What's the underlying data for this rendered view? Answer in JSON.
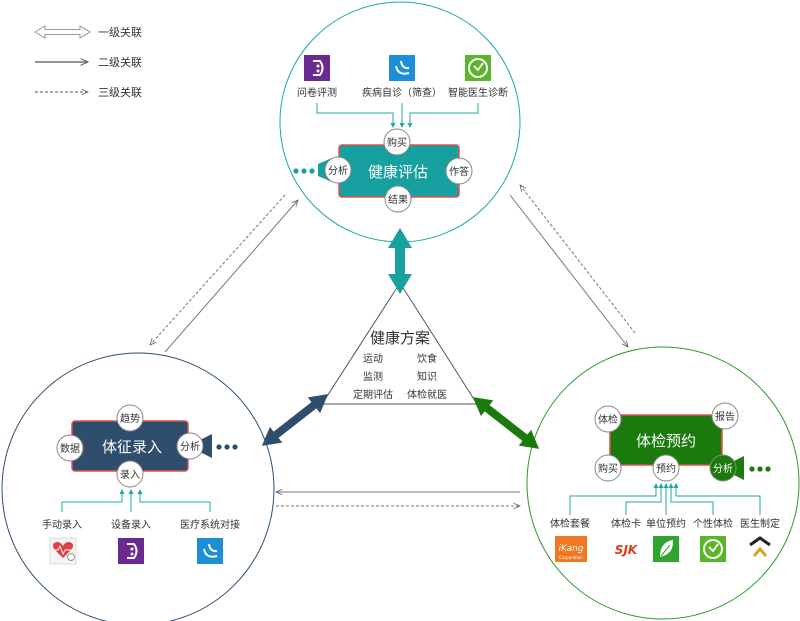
{
  "legend": {
    "level1": "一级关联",
    "level2": "二级关联",
    "level3": "三级关联"
  },
  "center": {
    "title": "健康方案",
    "items": [
      "运动",
      "饮食",
      "监测",
      "知识",
      "定期评估",
      "体检就医"
    ]
  },
  "assessment": {
    "title": "健康评估",
    "analyze": "分析",
    "buy": "购买",
    "answer": "作答",
    "result": "结果",
    "tools": [
      "问卷评测",
      "疾病自诊（筛查）",
      "智能医生诊断"
    ],
    "color": "#16a0a0"
  },
  "vitals": {
    "title": "体征录入",
    "data": "数据",
    "trend": "趋势",
    "analyze": "分析",
    "input": "录入",
    "sources": [
      "手动录入",
      "设备录入",
      "医疗系统对接"
    ],
    "color": "#2f4e6e"
  },
  "checkup": {
    "title": "体检预约",
    "exam": "体检",
    "report": "报告",
    "buy": "购买",
    "book": "预约",
    "analyze": "分析",
    "channels": [
      "体检套餐",
      "体检卡",
      "单位预约",
      "个性体检",
      "医生制定"
    ],
    "logo_ikang": "iKang",
    "logo_ikang_sub": "Corporation",
    "logo_sjk": "SJK",
    "color": "#1a7a0c"
  },
  "colors": {
    "teal_ring": "#1fa7a7",
    "navy_ring": "#2f4e6e",
    "green_ring": "#2a9a2a",
    "box_border": "#e05050"
  }
}
